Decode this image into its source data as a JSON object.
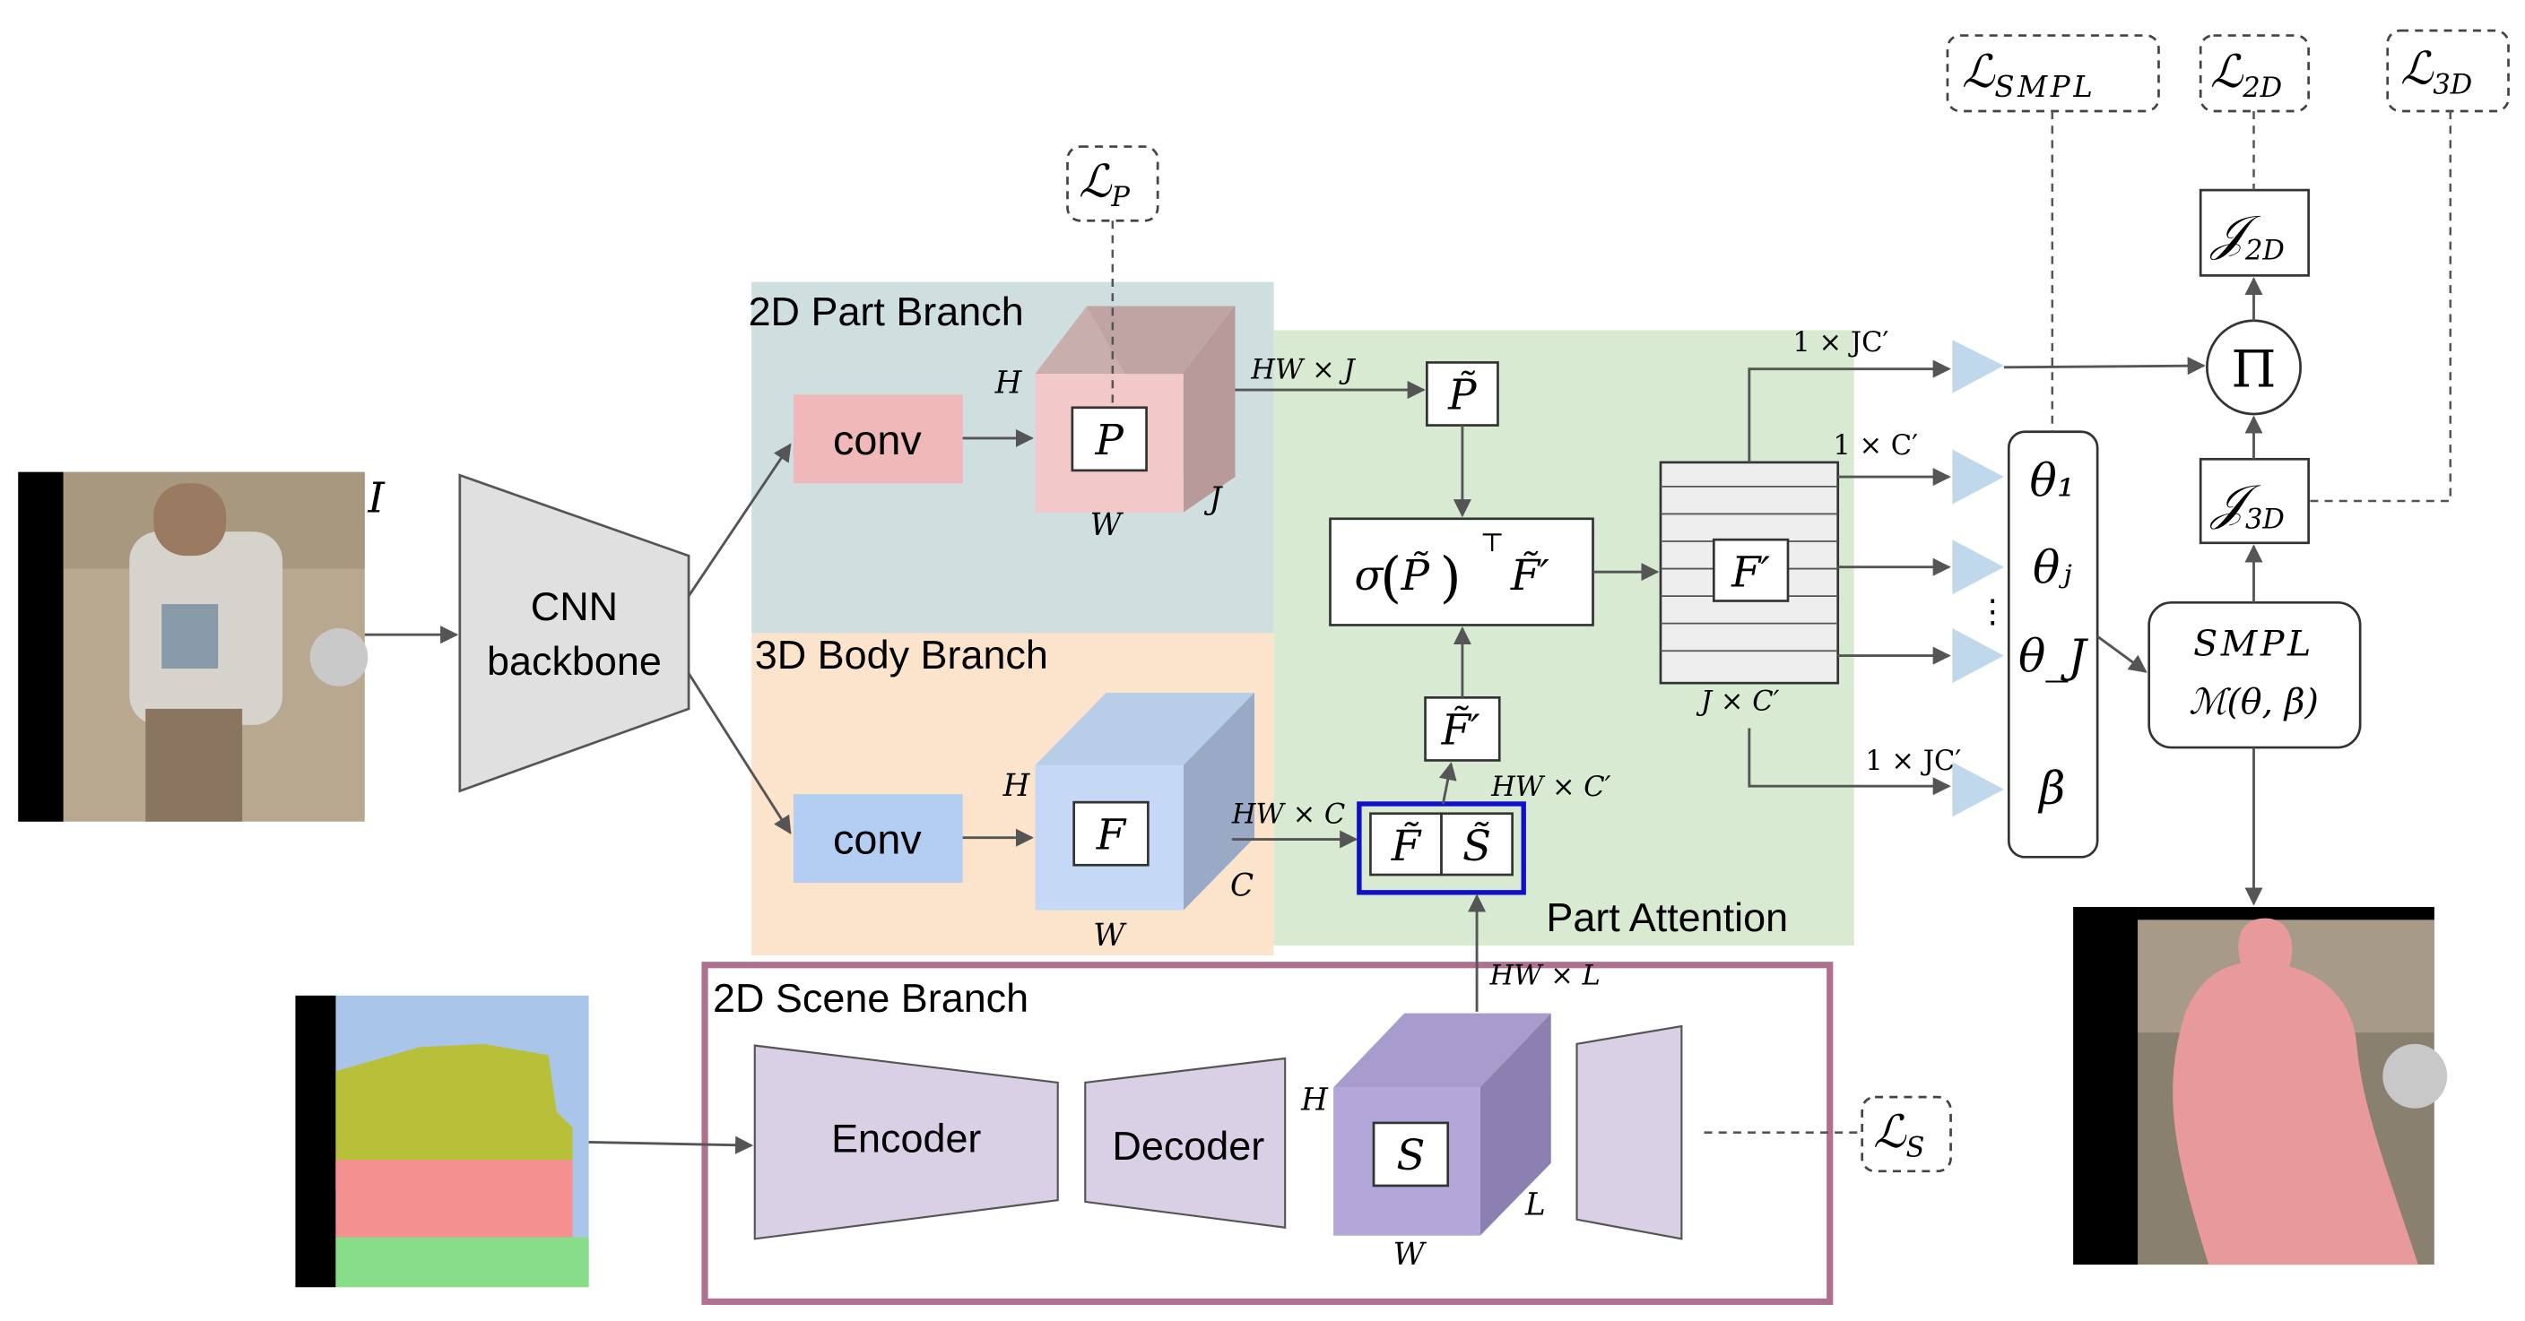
{
  "labels": {
    "input_symbol": "I",
    "backbone_line1": "CNN",
    "backbone_line2": "backbone",
    "part_branch_title": "2D Part Branch",
    "body_branch_title": "3D Body Branch",
    "scene_branch_title": "2D Scene Branch",
    "part_attention_title": "Part Attention",
    "conv_part": "conv",
    "conv_body": "conv",
    "encoder": "Encoder",
    "decoder": "Decoder"
  },
  "part_cube": {
    "letter": "P",
    "h": "H",
    "w": "W",
    "d": "J"
  },
  "body_cube": {
    "letter": "F",
    "h": "H",
    "w": "W",
    "d": "C"
  },
  "scene_cube": {
    "letter": "S",
    "h": "H",
    "w": "W",
    "d": "L"
  },
  "edge_labels": {
    "hw_j": "HW × J",
    "hw_c": "HW × C",
    "hw_cprime": "HW × C′",
    "hw_l": "HW × L",
    "one_jcprime_top": "1 × JC′",
    "one_cprime": "1 × C′",
    "one_jcprime_bottom": "1 × JC′",
    "j_cprime": "J × C′"
  },
  "nodes": {
    "p_tilde": "P̃",
    "attention_sigma": "σ",
    "attention_p": "P̃",
    "attention_t": "⊤",
    "attention_f": "F̃′",
    "f_tilde_prime": "F̃′",
    "concat_f": "F̃",
    "concat_s": "S̃",
    "f_prime": "F′",
    "pi": "Π",
    "smpl_line1": "SMPL",
    "smpl_line2": "ℳ(θ, β)"
  },
  "params": {
    "theta1": "θ₁",
    "thetaj": "θⱼ",
    "vdots": "⋮",
    "thetaJ": "θ_J",
    "beta": "β"
  },
  "joints": {
    "j2d": "𝒥",
    "j2d_sub": "2D",
    "j3d": "𝒥",
    "j3d_sub": "3D"
  },
  "losses": {
    "lp": "ℒ",
    "lp_sub": "P",
    "lsmpl": "ℒ",
    "lsmpl_sub": "SMPL",
    "l2d": "ℒ",
    "l2d_sub": "2D",
    "l3d": "ℒ",
    "l3d_sub": "3D",
    "ls": "ℒ",
    "ls_sub": "S"
  },
  "colors": {
    "part_bg": "#cfdfe0",
    "body_bg": "#fbe3cc",
    "attention_bg": "#d9ead3",
    "scene_border": "#b07090",
    "concat_border": "#1010c8",
    "conv_part": "#f0b8b8",
    "conv_body": "#b4cdf2",
    "trapezoid": "#e0e0e0",
    "enc_dec": "#d9d0e6",
    "part_cube": "#f3c8c8",
    "body_cube": "#c5d8f5",
    "scene_cube": "#b3a6d9",
    "triangle": "#c0d8ec",
    "arrow": "#555555"
  }
}
